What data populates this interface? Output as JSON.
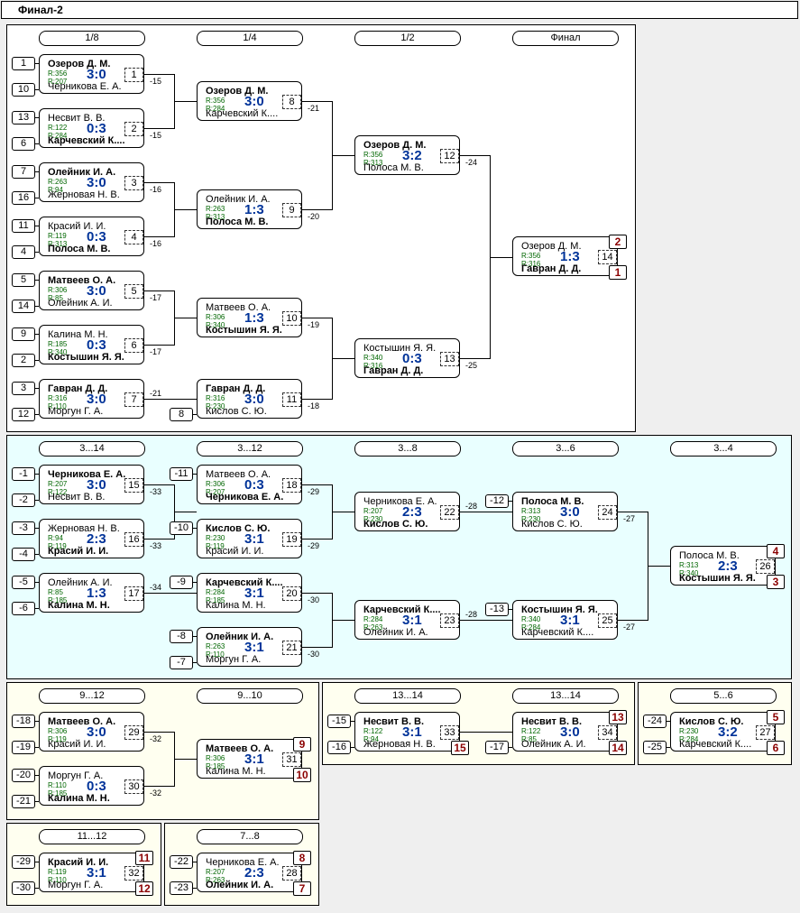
{
  "title": "Финал-2",
  "rounds": {
    "r8": "1/8",
    "r4": "1/4",
    "r2": "1/2",
    "fin": "Финал",
    "c14": "3...14",
    "c12": "3...12",
    "c8": "3...8",
    "c6": "3...6",
    "c4": "3...4",
    "y912": "9...12",
    "y910": "9...10",
    "y1314a": "13...14",
    "y1314b": "13...14",
    "y56": "5...6",
    "y1112": "11...12",
    "y78": "7...8"
  },
  "matches": {
    "m1": {
      "p1": "Озеров Д. М.",
      "r1": "R:356",
      "p2": "Черникова Е. А.",
      "r2": "R:207",
      "score": "3:0",
      "num": "1",
      "note": "-15"
    },
    "m2": {
      "p1": "Несвит В. В.",
      "r1": "R:122",
      "p2": "Карчевский К....",
      "r2": "R:284",
      "score": "0:3",
      "num": "2",
      "note": "-15"
    },
    "m3": {
      "p1": "Олейник И. А.",
      "r1": "R:263",
      "p2": "Жерновая Н. В.",
      "r2": "R:94",
      "score": "3:0",
      "num": "3",
      "note": "-16"
    },
    "m4": {
      "p1": "Красий И. И.",
      "r1": "R:119",
      "p2": "Полоса М. В.",
      "r2": "R:313",
      "score": "0:3",
      "num": "4",
      "note": "-16"
    },
    "m5": {
      "p1": "Матвеев О. А.",
      "r1": "R:306",
      "p2": "Олейник А. И.",
      "r2": "R:85",
      "score": "3:0",
      "num": "5",
      "note": "-17"
    },
    "m6": {
      "p1": "Калина М. Н.",
      "r1": "R:185",
      "p2": "Костышин Я. Я.",
      "r2": "R:340",
      "score": "0:3",
      "num": "6",
      "note": "-17"
    },
    "m7": {
      "p1": "Гавран Д. Д.",
      "r1": "R:316",
      "p2": "Моргун Г. А.",
      "r2": "R:110",
      "score": "3:0",
      "num": "7",
      "note": "-21"
    },
    "m8": {
      "p1": "Озеров Д. М.",
      "r1": "R:356",
      "p2": "Карчевский К....",
      "r2": "R:284",
      "score": "3:0",
      "num": "8",
      "note": "-21"
    },
    "m9": {
      "p1": "Олейник И. А.",
      "r1": "R:263",
      "p2": "Полоса М. В.",
      "r2": "R:313",
      "score": "1:3",
      "num": "9",
      "note": "-20"
    },
    "m10": {
      "p1": "Матвеев О. А.",
      "r1": "R:306",
      "p2": "Костышин Я. Я.",
      "r2": "R:340",
      "score": "1:3",
      "num": "10",
      "note": "-19"
    },
    "m11": {
      "p1": "Гавран Д. Д.",
      "r1": "R:316",
      "p2": "Кислов С. Ю.",
      "r2": "R:230",
      "score": "3:0",
      "num": "11",
      "note": "-18"
    },
    "m12": {
      "p1": "Озеров Д. М.",
      "r1": "R:356",
      "p2": "Полоса М. В.",
      "r2": "R:313",
      "score": "3:2",
      "num": "12",
      "note": "-24"
    },
    "m13": {
      "p1": "Костышин Я. Я.",
      "r1": "R:340",
      "p2": "Гавран Д. Д.",
      "r2": "R:316",
      "score": "0:3",
      "num": "13",
      "note": "-25"
    },
    "m14": {
      "p1": "Озеров Д. М.",
      "r1": "R:356",
      "p2": "Гавран Д. Д.",
      "r2": "R:316",
      "score": "1:3",
      "num": "14",
      "pl1": "2",
      "pl2": "1"
    },
    "m15": {
      "p1": "Черникова Е. А.",
      "r1": "R:207",
      "p2": "Несвит В. В.",
      "r2": "R:122",
      "score": "3:0",
      "num": "15",
      "note": "-33"
    },
    "m16": {
      "p1": "Жерновая Н. В.",
      "r1": "R:94",
      "p2": "Красий И. И.",
      "r2": "R:119",
      "score": "2:3",
      "num": "16",
      "note": "-33"
    },
    "m17": {
      "p1": "Олейник А. И.",
      "r1": "R:85",
      "p2": "Калина М. Н.",
      "r2": "R:185",
      "score": "1:3",
      "num": "17",
      "note": "-34"
    },
    "m18": {
      "p1": "Матвеев О. А.",
      "r1": "R:306",
      "p2": "Черникова Е. А.",
      "r2": "R:207",
      "score": "0:3",
      "num": "18",
      "note": "-29"
    },
    "m19": {
      "p1": "Кислов С. Ю.",
      "r1": "R:230",
      "p2": "Красий И. И.",
      "r2": "R:119",
      "score": "3:1",
      "num": "19",
      "note": "-29"
    },
    "m20": {
      "p1": "Карчевский К....",
      "r1": "R:284",
      "p2": "Калина М. Н.",
      "r2": "R:185",
      "score": "3:1",
      "num": "20",
      "note": "-30"
    },
    "m21": {
      "p1": "Олейник И. А.",
      "r1": "R:263",
      "p2": "Моргун Г. А.",
      "r2": "R:110",
      "score": "3:1",
      "num": "21",
      "note": "-30"
    },
    "m22": {
      "p1": "Черникова Е. А.",
      "r1": "R:207",
      "p2": "Кислов С. Ю.",
      "r2": "R:230",
      "score": "2:3",
      "num": "22",
      "note": "-28"
    },
    "m23": {
      "p1": "Карчевский К....",
      "r1": "R:284",
      "p2": "Олейник И. А.",
      "r2": "R:263",
      "score": "3:1",
      "num": "23",
      "note": "-28"
    },
    "m24": {
      "p1": "Полоса М. В.",
      "r1": "R:313",
      "p2": "Кислов С. Ю.",
      "r2": "R:230",
      "score": "3:0",
      "num": "24",
      "note": "-27"
    },
    "m25": {
      "p1": "Костышин Я. Я.",
      "r1": "R:340",
      "p2": "Карчевский К....",
      "r2": "R:284",
      "score": "3:1",
      "num": "25",
      "note": "-27"
    },
    "m26": {
      "p1": "Полоса М. В.",
      "r1": "R:313",
      "p2": "Костышин Я. Я.",
      "r2": "R:340",
      "score": "2:3",
      "num": "26",
      "pl1": "4",
      "pl2": "3"
    },
    "m29": {
      "p1": "Матвеев О. А.",
      "r1": "R:306",
      "p2": "Красий И. И.",
      "r2": "R:119",
      "score": "3:0",
      "num": "29",
      "note": "-32"
    },
    "m30": {
      "p1": "Моргун Г. А.",
      "r1": "R:110",
      "p2": "Калина М. Н.",
      "r2": "R:185",
      "score": "0:3",
      "num": "30",
      "note": "-32"
    },
    "m31": {
      "p1": "Матвеев О. А.",
      "r1": "R:306",
      "p2": "Калина М. Н.",
      "r2": "R:185",
      "score": "3:1",
      "num": "31",
      "pl1": "9",
      "pl2": "10"
    },
    "m33": {
      "p1": "Несвит В. В.",
      "r1": "R:122",
      "p2": "Жерновая Н. В.",
      "r2": "R:94",
      "score": "3:1",
      "num": "33",
      "pl2": "15"
    },
    "m34": {
      "p1": "Несвит В. В.",
      "r1": "R:122",
      "p2": "Олейник А. И.",
      "r2": "R:85",
      "score": "3:0",
      "num": "34",
      "pl1": "13",
      "pl2": "14"
    },
    "m27": {
      "p1": "Кислов С. Ю.",
      "r1": "R:230",
      "p2": "Карчевский К....",
      "r2": "R:284",
      "score": "3:2",
      "num": "27",
      "pl1": "5",
      "pl2": "6"
    },
    "m32": {
      "p1": "Красий И. И.",
      "r1": "R:119",
      "p2": "Моргун Г. А.",
      "r2": "R:110",
      "score": "3:1",
      "num": "32",
      "pl1": "11",
      "pl2": "12"
    },
    "m28": {
      "p1": "Черникова Е. А.",
      "r1": "R:207",
      "p2": "Олейник И. А.",
      "r2": "R:263",
      "score": "2:3",
      "num": "28",
      "pl1": "8",
      "pl2": "7"
    }
  },
  "seeds": {
    "s1": "1",
    "s10": "10",
    "s13": "13",
    "s6": "6",
    "s7": "7",
    "s16": "16",
    "s11": "11",
    "s4": "4",
    "s5": "5",
    "s14": "14",
    "s9": "9",
    "s2": "2",
    "s3": "3",
    "s12": "12",
    "s8b": "8",
    "c1": "-1",
    "c2": "-2",
    "c3": "-3",
    "c4": "-4",
    "c5": "-5",
    "c6": "-6",
    "c11": "-11",
    "c10": "-10",
    "c9": "-9",
    "c8": "-8",
    "c7": "-7",
    "c12": "-12",
    "c13": "-13",
    "y18": "-18",
    "y19": "-19",
    "y20": "-20",
    "y21": "-21",
    "y15": "-15",
    "y16": "-16",
    "y17": "-17",
    "y24": "-24",
    "y25": "-25",
    "y29": "-29",
    "y30": "-30",
    "y22": "-22",
    "y23": "-23"
  }
}
